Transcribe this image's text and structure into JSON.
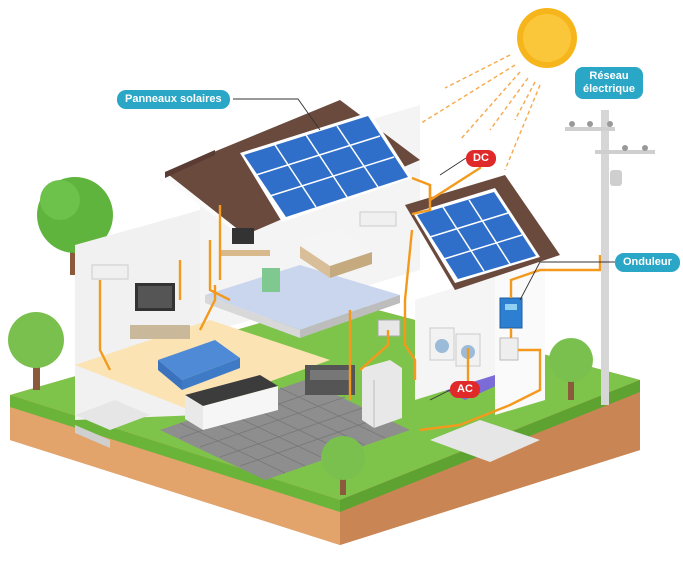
{
  "labels": {
    "solar_panels": "Panneaux solaires",
    "grid": "Réseau\nélectrique",
    "grid_line1": "Réseau",
    "grid_line2": "électrique",
    "inverter": "Onduleur",
    "dc": "DC",
    "ac": "AC"
  },
  "colors": {
    "label_bg": "#2aa6c6",
    "dc_ac_bg": "#e02a2a",
    "wire": "#f39a1e",
    "grass": "#7ec44a",
    "soil": "#d99a62",
    "roof": "#6b4a3e",
    "panel": "#2f6fc9",
    "sun": "#f7b51c"
  },
  "icons": [
    "sun-icon",
    "solar-panel-icon",
    "utility-pole-icon",
    "inverter-icon",
    "tree-icon",
    "tv-icon",
    "sofa-icon",
    "bed-icon",
    "fridge-icon",
    "washing-machine-icon"
  ]
}
